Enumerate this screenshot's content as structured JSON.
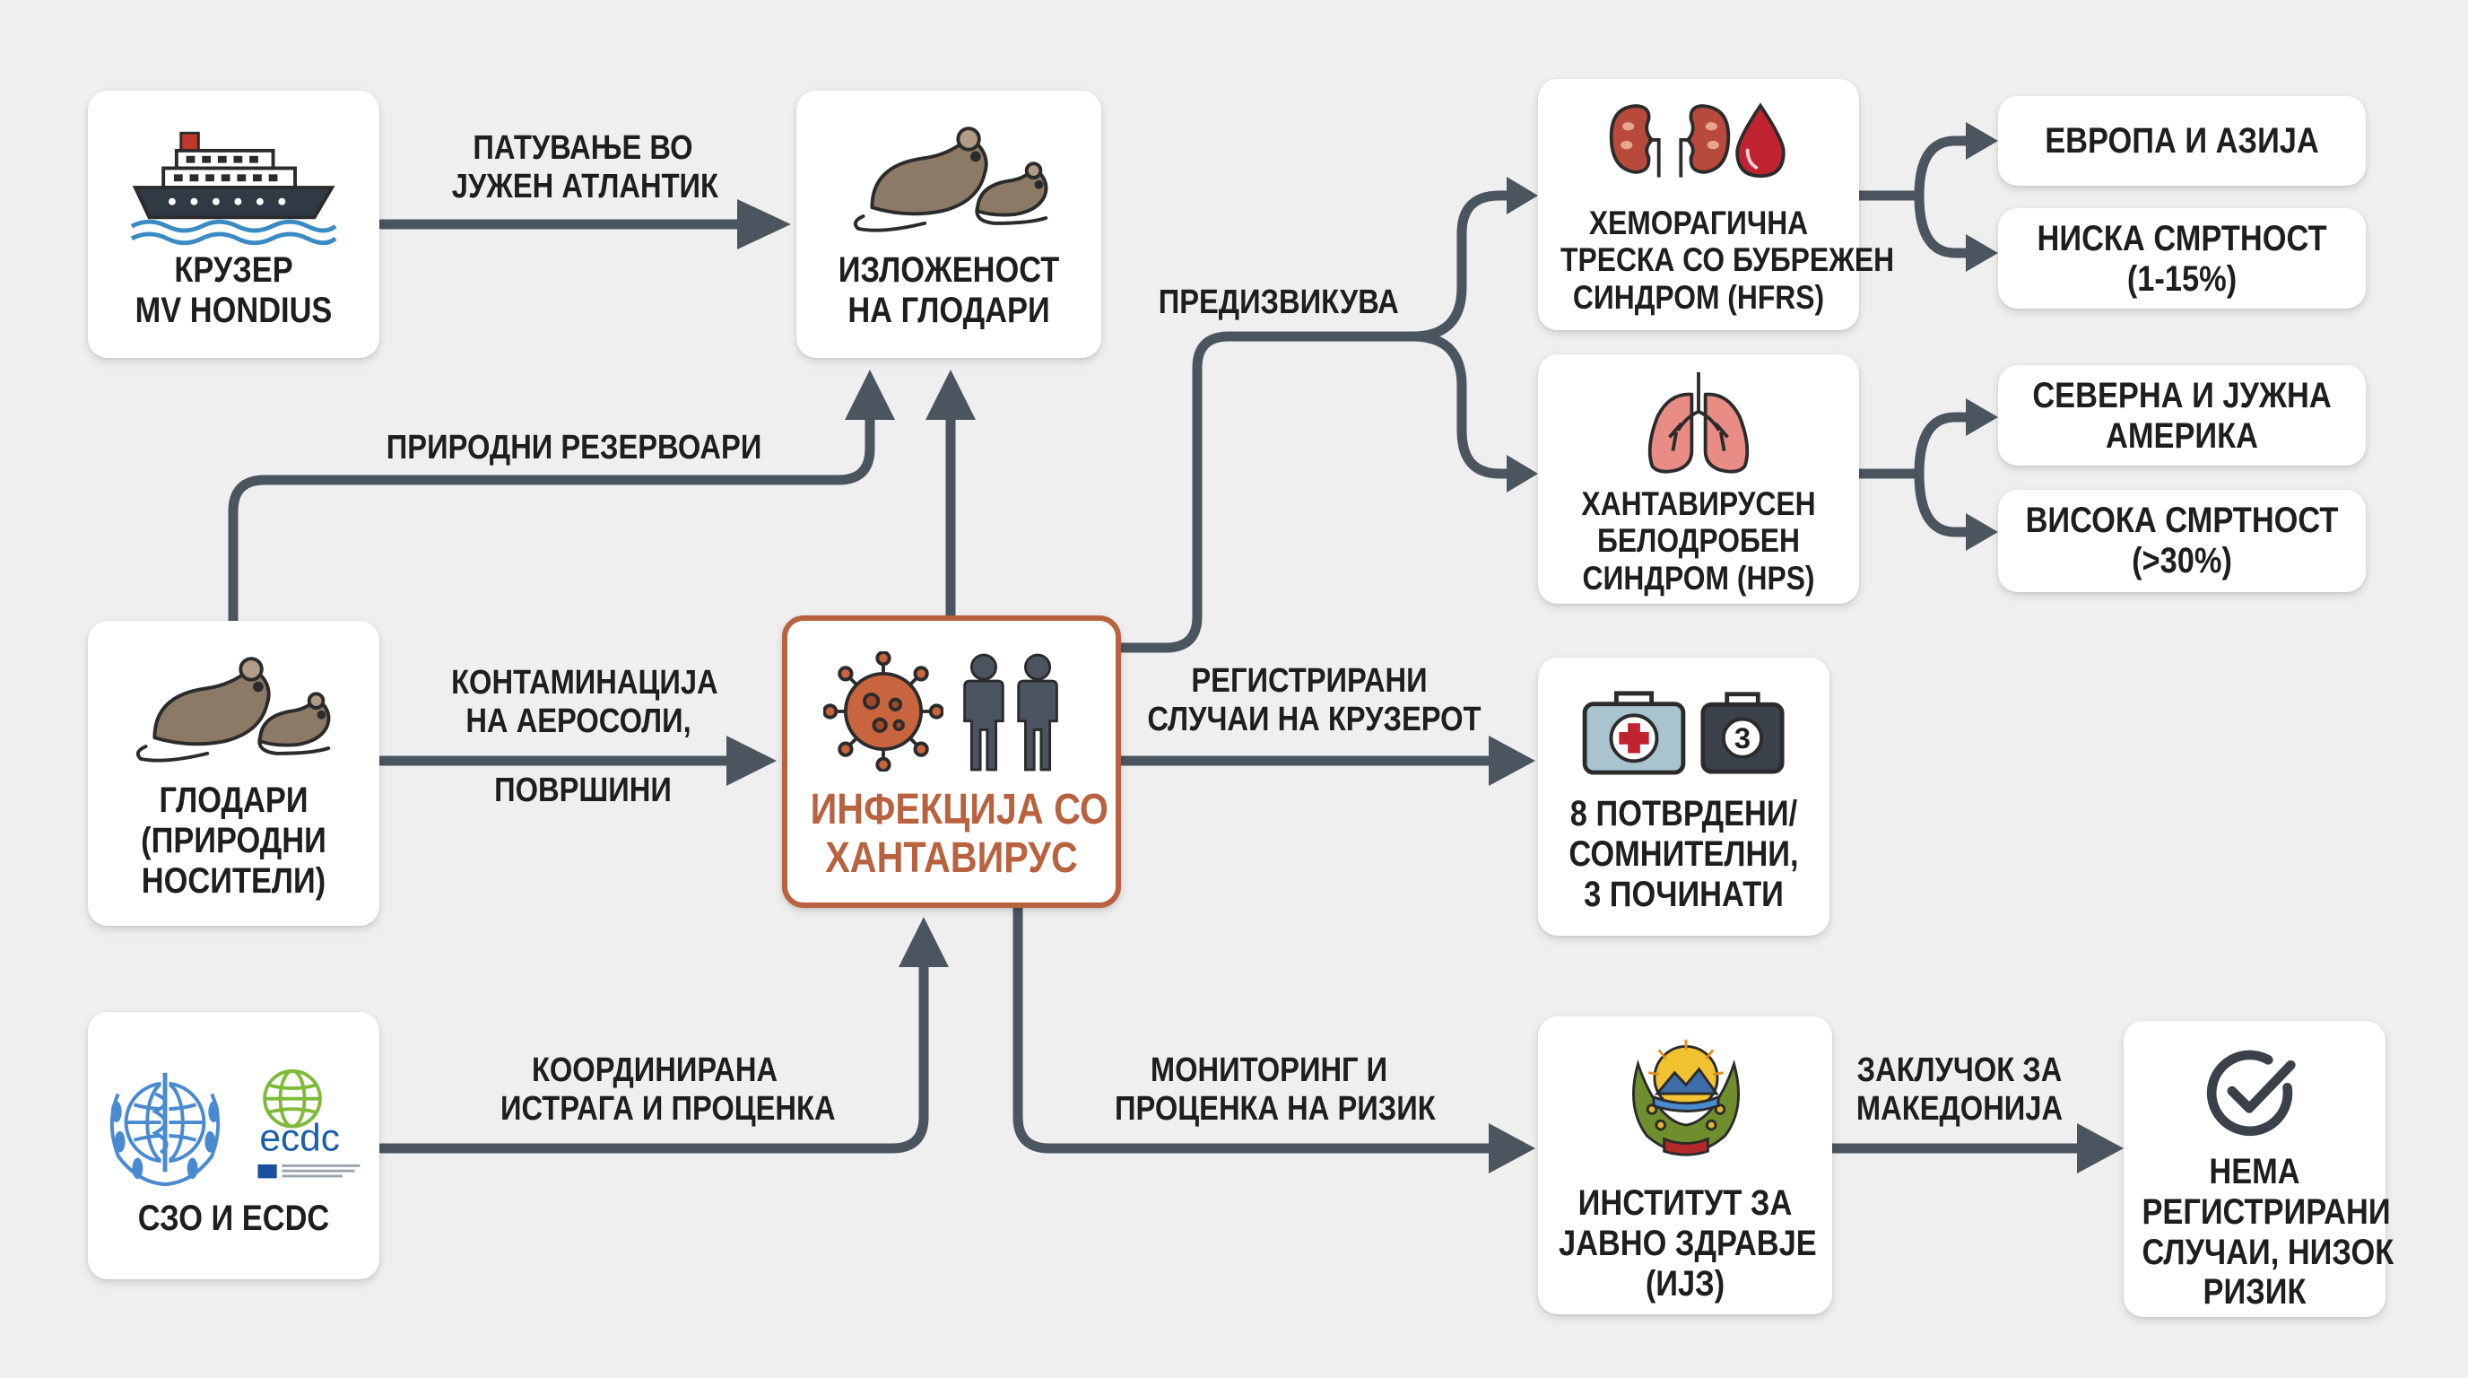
{
  "nodes": {
    "cruiser": {
      "lines": [
        "КРУЗЕР",
        "MV HONDIUS"
      ]
    },
    "exposure": {
      "lines": [
        "ИЗЛОЖЕНОСТ",
        "НА ГЛОДАРИ"
      ]
    },
    "rodents": {
      "lines": [
        "ГЛОДАРИ",
        "(ПРИРОДНИ",
        "НОСИТЕЛИ)"
      ]
    },
    "infection": {
      "lines": [
        "ИНФЕКЦИЈА СО",
        "ХАНТАВИРУС"
      ]
    },
    "who_ecdc": {
      "lines": [
        "СЗО И ECDC"
      ],
      "ecdc_logo_text": "ecdc"
    },
    "hfrs": {
      "lines": [
        "ХЕМОРАГИЧНА",
        "ТРЕСКА СО БУБРЕЖЕН",
        "СИНДРОМ (HFRS)"
      ]
    },
    "hps": {
      "lines": [
        "ХАНТАВИРУСЕН",
        "БЕЛОДРОБЕН",
        "СИНДРОМ (HPS)"
      ]
    },
    "europe_asia": {
      "lines": [
        "ЕВРОПА И АЗИЈА"
      ]
    },
    "low_mortality": {
      "lines": [
        "НИСКА СМРТНОСТ",
        "(1-15%)"
      ]
    },
    "americas": {
      "lines": [
        "СЕВЕРНА И ЈУЖНА",
        "АМЕРИКА"
      ]
    },
    "high_mortality": {
      "lines": [
        "ВИСОКА СМРТНОСТ",
        "(>30%)"
      ]
    },
    "cases": {
      "lines": [
        "8 ПОТВРДЕНИ/",
        "СОМНИТЕЛНИ,",
        "3 ПОЧИНАТИ"
      ],
      "badge_number": "3"
    },
    "ijz": {
      "lines": [
        "ИНСТИТУТ ЗА",
        "ЈАВНО ЗДРАВЈЕ",
        "(ИЈЗ)"
      ]
    },
    "conclusion": {
      "lines": [
        "НЕМА",
        "РЕГИСТРИРАНИ",
        "СЛУЧАИ, НИЗОК",
        "РИЗИК"
      ]
    }
  },
  "edges": {
    "travel": {
      "lines": [
        "ПАТУВАЊЕ ВО",
        "ЈУЖЕН АТЛАНТИК"
      ]
    },
    "reservoirs": {
      "lines": [
        "ПРИРОДНИ РЕЗЕРВОАРИ"
      ]
    },
    "contamination": {
      "lines": [
        "КОНТАМИНАЦИЈА",
        "НА АЕРОСОЛИ,"
      ]
    },
    "surfaces": {
      "lines": [
        "ПОВРШИНИ"
      ]
    },
    "causes": {
      "lines": [
        "ПРЕДИЗВИКУВА"
      ]
    },
    "registered": {
      "lines": [
        "РЕГИСТРИРАНИ",
        "СЛУЧАИ НА КРУЗЕРОТ"
      ]
    },
    "coordinated": {
      "lines": [
        "КООРДИНИРАНА",
        "ИСТРАГА И ПРОЦЕНКА"
      ]
    },
    "monitoring": {
      "lines": [
        "МОНИТОРИНГ И",
        "ПРОЦЕНКА НА РИЗИК"
      ]
    },
    "conclusion_mk": {
      "lines": [
        "ЗАКЛУЧОК ЗА",
        "МАКЕДОНИЈА"
      ]
    }
  },
  "colors": {
    "arrow": "#4a5560",
    "accent": "#b8623f",
    "background": "#efefef",
    "text": "#1e1e1e"
  },
  "icons": {
    "cruiser": "cruise-ship-icon",
    "exposure": "rats-icon",
    "rodents": "rats-icon",
    "infection": [
      "virus-icon",
      "people-icon"
    ],
    "who_ecdc": [
      "who-emblem-icon",
      "ecdc-logo"
    ],
    "hfrs": [
      "kidneys-icon",
      "blood-drop-icon"
    ],
    "hps": "lungs-icon",
    "cases": [
      "medical-kit-icon",
      "numbered-kit-icon"
    ],
    "ijz": "coat-of-arms-logo",
    "conclusion": "check-circle-icon"
  }
}
